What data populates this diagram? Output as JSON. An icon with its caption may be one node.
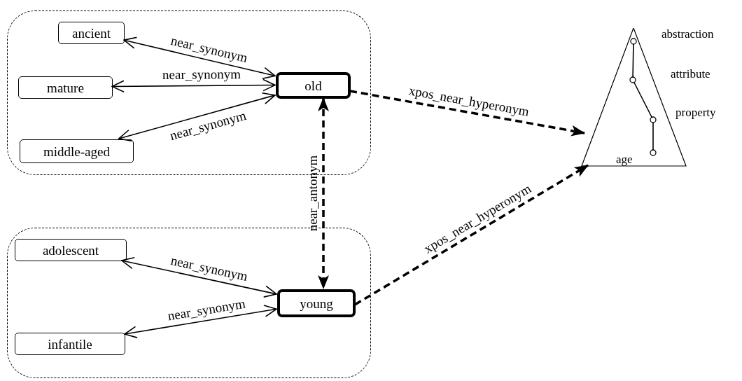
{
  "diagram": {
    "nodes": [
      {
        "text": [],
        "shape": "box"
      },
      {
        "text": [
          "ancient"
        ],
        "in": 0
      },
      {
        "text": [
          "mature"
        ],
        "in": 0
      },
      {
        "text": [
          "middle-aged"
        ],
        "in": 0
      },
      {
        "text": [
          "old"
        ],
        "in": 0
      },
      {
        "text": [],
        "shape": "box"
      },
      {
        "text": [
          "adolescent"
        ],
        "in": 5
      },
      {
        "text": [
          "infantile"
        ],
        "in": 5
      },
      {
        "text": [
          "young"
        ],
        "in": 5
      },
      {
        "text": [
          "age"
        ]
      }
    ],
    "edges": [
      {
        "from": 4,
        "to": 1,
        "arrow": "both",
        "label": "near_synonym"
      },
      {
        "from": 4,
        "to": 2,
        "arrow": "both",
        "label": "near_synonym"
      },
      {
        "from": 4,
        "to": 3,
        "arrow": "both",
        "label": "near_synonym"
      },
      {
        "from": 4,
        "to": 8,
        "arrow": "both",
        "label": "near_antonym",
        "style": "dashed"
      },
      {
        "from": 4,
        "to": 9,
        "arrow": "to",
        "label": "xpos_near_hyperonym",
        "style": "dashed"
      },
      {
        "from": 8,
        "to": 6,
        "arrow": "both",
        "label": "near_synonym"
      },
      {
        "from": 8,
        "to": 7,
        "arrow": "both",
        "label": "near_synonym"
      },
      {
        "from": 8,
        "to": 9,
        "arrow": "to",
        "label": "xpos_near_hyperonym",
        "style": "dashed"
      }
    ],
    "labels": [
      "abstraction",
      "attribute",
      "property"
    ]
  }
}
